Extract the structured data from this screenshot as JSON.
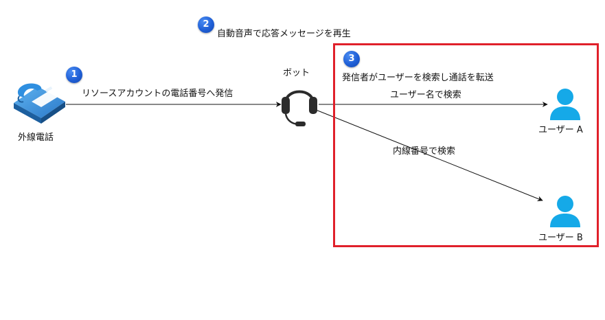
{
  "colors": {
    "frame": "#e0202a",
    "badge": "#1f5fd6",
    "user_icon": "#15a9e8",
    "arrow": "#333333"
  },
  "steps": [
    {
      "number": "1",
      "label": "リソースアカウントの電話番号へ発信"
    },
    {
      "number": "2",
      "label": "自動音声で応答メッセージを再生"
    },
    {
      "number": "3",
      "label": "発信者がユーザーを検索し通話を転送"
    }
  ],
  "nodes": {
    "phone": {
      "label": "外線電話",
      "icon": "desk-phone-icon"
    },
    "bot": {
      "label": "ボット",
      "icon": "headset-icon"
    },
    "user_a": {
      "label": "ユーザー A",
      "icon": "user-icon"
    },
    "user_b": {
      "label": "ユーザー B",
      "icon": "user-icon"
    }
  },
  "edges": {
    "to_user_a": "ユーザー名で検索",
    "to_user_b": "内線番号で検索"
  }
}
